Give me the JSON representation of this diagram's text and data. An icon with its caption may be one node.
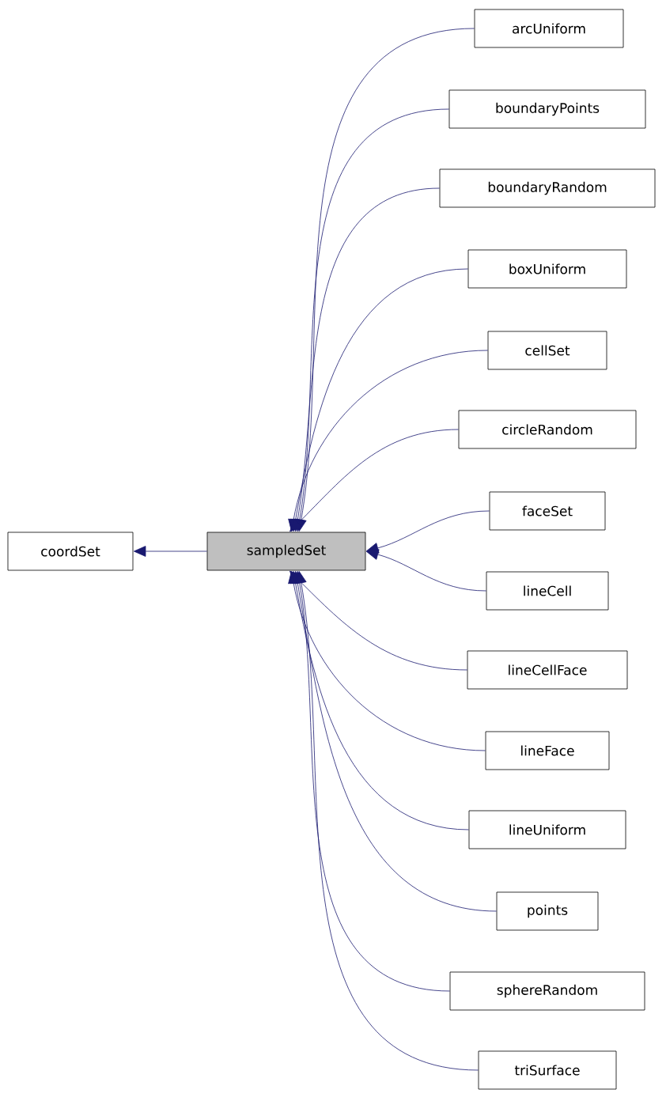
{
  "diagram": {
    "nodes": [
      {
        "text": [
          "coordSet"
        ]
      },
      {
        "text": [
          "sampledSet"
        ]
      },
      {
        "text": [
          "arcUniform"
        ]
      },
      {
        "text": [
          "boundaryPoints"
        ]
      },
      {
        "text": [
          "boundaryRandom"
        ]
      },
      {
        "text": [
          "boxUniform"
        ]
      },
      {
        "text": [
          "cellSet"
        ]
      },
      {
        "text": [
          "circleRandom"
        ]
      },
      {
        "text": [
          "faceSet"
        ]
      },
      {
        "text": [
          "lineCell"
        ]
      },
      {
        "text": [
          "lineCellFace"
        ]
      },
      {
        "text": [
          "lineFace"
        ]
      },
      {
        "text": [
          "lineUniform"
        ]
      },
      {
        "text": [
          "points"
        ]
      },
      {
        "text": [
          "sphereRandom"
        ]
      },
      {
        "text": [
          "triSurface"
        ]
      }
    ],
    "edges": [
      {
        "from": 1,
        "to": 0,
        "arrow": "to"
      },
      {
        "from": 2,
        "to": 1,
        "arrow": "to"
      },
      {
        "from": 3,
        "to": 1,
        "arrow": "to"
      },
      {
        "from": 4,
        "to": 1,
        "arrow": "to"
      },
      {
        "from": 5,
        "to": 1,
        "arrow": "to"
      },
      {
        "from": 6,
        "to": 1,
        "arrow": "to"
      },
      {
        "from": 7,
        "to": 1,
        "arrow": "to"
      },
      {
        "from": 8,
        "to": 1,
        "arrow": "to"
      },
      {
        "from": 9,
        "to": 1,
        "arrow": "to"
      },
      {
        "from": 10,
        "to": 1,
        "arrow": "to"
      },
      {
        "from": 11,
        "to": 1,
        "arrow": "to"
      },
      {
        "from": 12,
        "to": 1,
        "arrow": "to"
      },
      {
        "from": 13,
        "to": 1,
        "arrow": "to"
      },
      {
        "from": 14,
        "to": 1,
        "arrow": "to"
      },
      {
        "from": 15,
        "to": 1,
        "arrow": "to"
      }
    ]
  }
}
